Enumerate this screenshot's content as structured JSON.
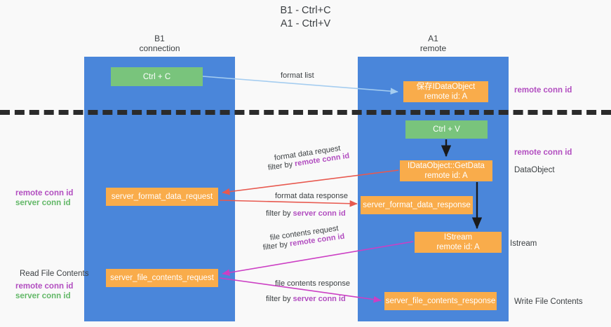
{
  "title": {
    "line1": "B1 - Ctrl+C",
    "line2": "A1 - Ctrl+V"
  },
  "columns": {
    "left": {
      "name": "B1",
      "role": "connection"
    },
    "right": {
      "name": "A1",
      "role": "remote"
    }
  },
  "nodes": {
    "ctrl_c": {
      "label": "Ctrl + C",
      "color": "#79c47c"
    },
    "dataobject_store": {
      "label": "保存IDataObject",
      "sub": "remote id: A",
      "color": "#f9ac4b"
    },
    "ctrl_v": {
      "label": "Ctrl + V",
      "color": "#79c47c"
    },
    "getdata": {
      "label": "IDataObject::GetData",
      "sub": "remote id: A",
      "color": "#f9ac4b"
    },
    "server_format_data_request": {
      "label": "server_format_data_request",
      "color": "#f9ac4b"
    },
    "server_format_data_response": {
      "label": "server_format_data_response",
      "color": "#f9ac4b"
    },
    "istream": {
      "label": "IStream",
      "sub": "remote id: A",
      "color": "#f9ac4b"
    },
    "server_file_contents_request": {
      "label": "server_file_contents_request",
      "color": "#f9ac4b"
    },
    "server_file_contents_response": {
      "label": "server_file_contents_response",
      "color": "#f9ac4b"
    }
  },
  "edge_labels": {
    "format_list": "format list",
    "format_data_request": "format data request",
    "format_data_request_filter_prefix": "filter by ",
    "format_data_request_filter_key": "remote conn id",
    "format_data_response": "format data response",
    "format_data_response_filter_prefix": "filter by ",
    "format_data_response_filter_key": "server conn id",
    "file_contents_request": "file contents request",
    "file_contents_request_filter_prefix": "filter by ",
    "file_contents_request_filter_key": "remote conn id",
    "file_contents_response": "file contents response",
    "file_contents_response_filter_prefix": "filter by ",
    "file_contents_response_filter_key": "server conn id"
  },
  "side_annotations": {
    "remote_conn_id_top": "remote conn id",
    "remote_conn_id_mid": "remote conn id",
    "dataobject": "DataObject",
    "istream": "Istream",
    "write_file_contents": "Write File Contents"
  },
  "left_annotations": {
    "mid_remote": "remote conn id",
    "mid_server": "server conn id",
    "read_file_contents": "Read File Contents",
    "bottom_remote": "remote conn id",
    "bottom_server": "server conn id"
  },
  "colors": {
    "lane": "#4a86da",
    "green_node": "#79c47c",
    "orange_node": "#f9ac4b",
    "purple_text": "#b24ec0",
    "green_text": "#63b868",
    "red_arrow": "#e8594f",
    "magenta_arrow": "#cc3fc4",
    "blue_arrow": "#a5cdf0",
    "black_arrow": "#1a1a1a",
    "divider": "#2b2b2b",
    "background": "#f9f9f9"
  }
}
